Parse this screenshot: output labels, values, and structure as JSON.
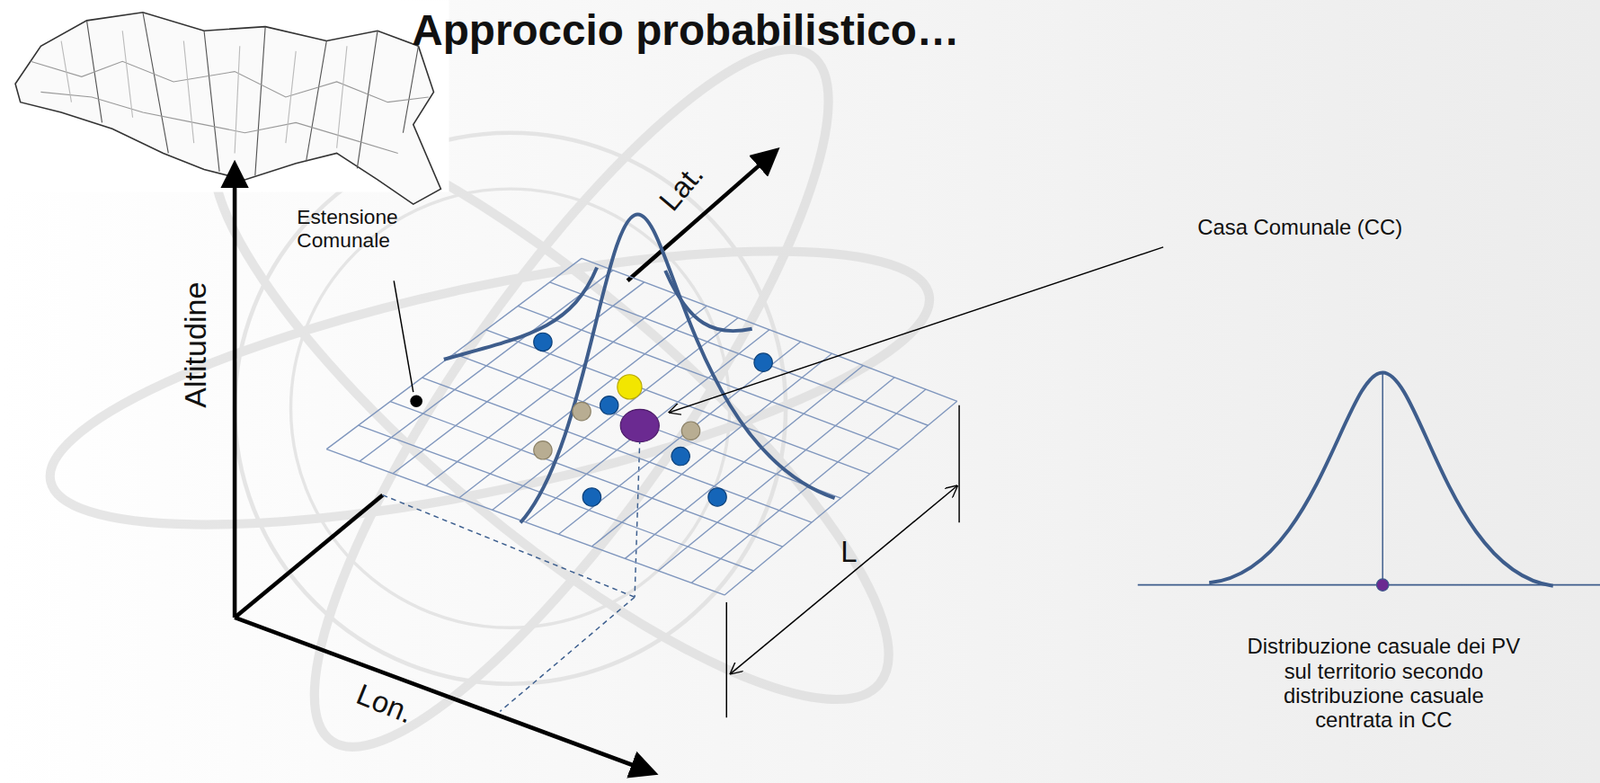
{
  "diagram": {
    "title": "Approccio probabilistico…",
    "labels": [
      "Altitudine",
      "Lat.",
      "Lon.",
      "Estensione Comunale",
      "Casa Comunale (CC)",
      "L",
      "Distribuzione casuale dei PV sul territorio secondo distribuzione casuale centrata in CC"
    ]
  }
}
